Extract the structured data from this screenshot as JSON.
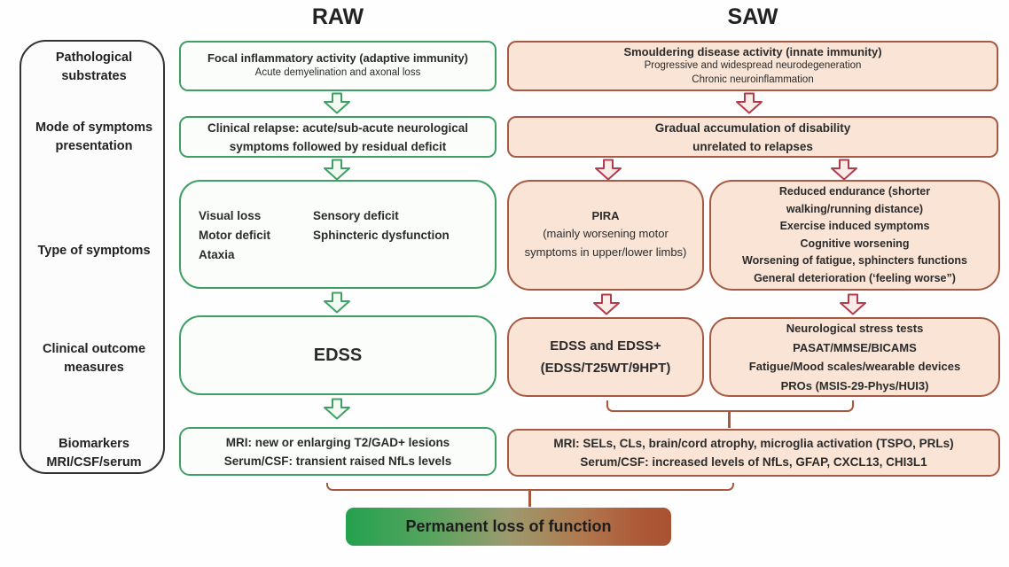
{
  "headers": {
    "raw": "RAW",
    "saw": "SAW"
  },
  "sidebar": {
    "rows": [
      {
        "lines": [
          "Pathological",
          "substrates"
        ]
      },
      {
        "lines": [
          "Mode of symptoms",
          "presentation"
        ]
      },
      {
        "lines": [
          "Type of symptoms"
        ]
      },
      {
        "lines": [
          "Clinical outcome",
          "measures"
        ]
      },
      {
        "lines": [
          "Biomarkers",
          "MRI/CSF/serum"
        ]
      }
    ]
  },
  "raw": {
    "pathology": {
      "title": "Focal inflammatory activity (adaptive immunity)",
      "sub": "Acute demyelination and axonal loss"
    },
    "mode": {
      "lines": [
        "Clinical relapse: acute/sub-acute neurological",
        "symptoms followed by residual deficit"
      ]
    },
    "symptoms": {
      "left": [
        "Visual loss",
        "Motor deficit",
        "Ataxia"
      ],
      "right": [
        "Sensory deficit",
        "Sphincteric dysfunction"
      ]
    },
    "outcome": {
      "label": "EDSS"
    },
    "biomarkers": {
      "lines": [
        "MRI: new or enlarging T2/GAD+ lesions",
        "Serum/CSF: transient raised NfLs levels"
      ]
    }
  },
  "saw": {
    "pathology": {
      "title": "Smouldering disease activity (innate immunity)",
      "subs": [
        "Progressive and widespread neurodegeneration",
        "Chronic neuroinflammation"
      ]
    },
    "mode": {
      "lines": [
        "Gradual accumulation of disability",
        "unrelated to relapses"
      ]
    },
    "symptoms_pira": {
      "title": "PIRA",
      "subs": [
        "(mainly worsening motor",
        "symptoms in upper/lower limbs)"
      ]
    },
    "symptoms_other": {
      "lines": [
        "Reduced endurance (shorter",
        "walking/running distance)",
        "Exercise induced symptoms",
        "Cognitive worsening",
        "Worsening of fatigue, sphincters functions",
        "General deterioration (‘feeling worse”)"
      ]
    },
    "outcome_edss": {
      "lines": [
        "EDSS and EDSS+",
        "(EDSS/T25WT/9HPT)"
      ]
    },
    "outcome_stress": {
      "lines": [
        "Neurological stress tests",
        "PASAT/MMSE/BICAMS",
        "Fatigue/Mood scales/wearable devices",
        "PROs (MSIS-29-Phys/HUI3)"
      ]
    },
    "biomarkers": {
      "lines": [
        "MRI: SELs, CLs, brain/cord atrophy, microglia activation (TSPO, PRLs)",
        "Serum/CSF: increased levels of NfLs, GFAP, CXCL13, CHI3L1"
      ]
    }
  },
  "footer": {
    "bar_label": "Permanent loss of function"
  },
  "colors": {
    "raw_accent": "#3fa065",
    "raw_fill": "#fbfdfb",
    "saw_accent": "#a65a43",
    "saw_fill": "#f9e4d6",
    "arrow_red": "#b13c4e",
    "bracket": "#a6593e",
    "bar_gradient_start": "#24a14f",
    "bar_gradient_end": "#a85232",
    "text": "#2b2b2b"
  }
}
